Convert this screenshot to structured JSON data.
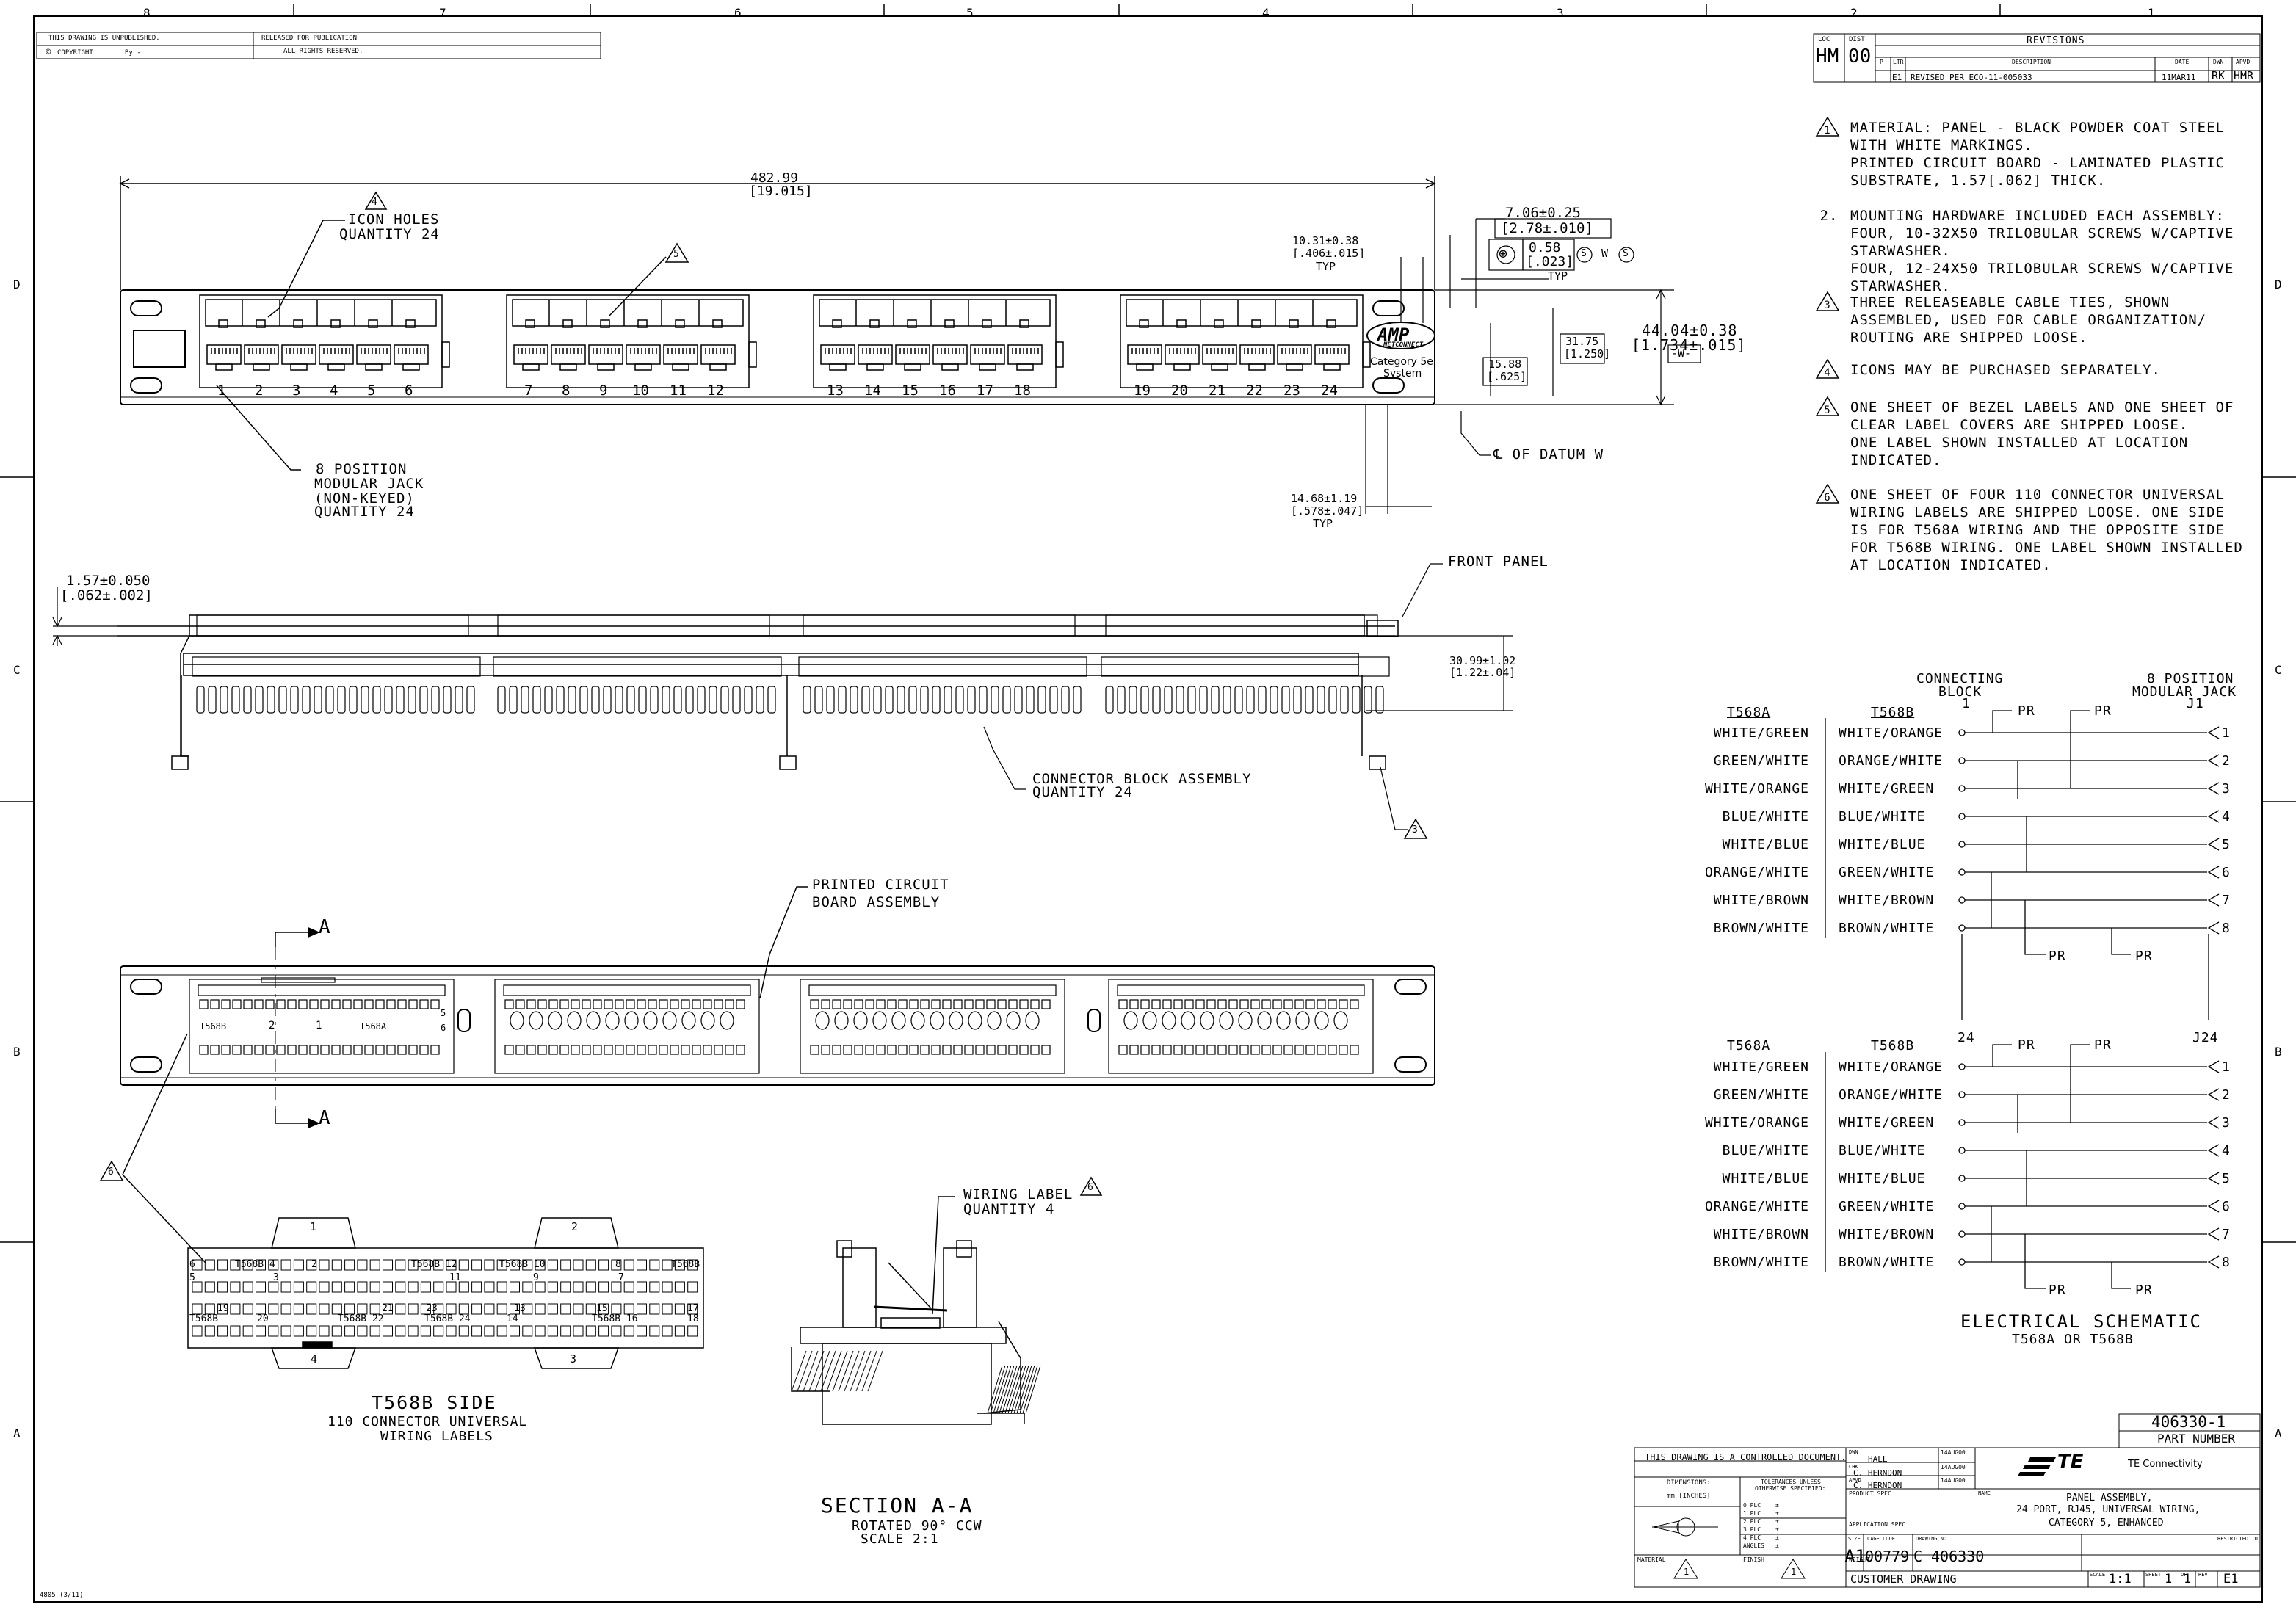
{
  "border": {
    "zones_top": [
      "8",
      "7",
      "6",
      "5",
      "4",
      "3",
      "2",
      "1"
    ],
    "zones_bottom": [],
    "zones_left": [
      "D",
      "C",
      "B",
      "A"
    ],
    "zones_right": [
      "D",
      "C",
      "B",
      "A"
    ]
  },
  "header_block": {
    "unpublished": "THIS DRAWING IS UNPUBLISHED.",
    "copyright": "COPYRIGHT",
    "copyright_by": "By -",
    "released": "RELEASED FOR PUBLICATION",
    "released_date": "",
    "rights": "ALL RIGHTS RESERVED."
  },
  "revisions": {
    "title": "REVISIONS",
    "loc_label": "LOC",
    "dist_label": "DIST",
    "loc": "HM",
    "dist": "00",
    "col_p": "P",
    "col_ltr": "LTR",
    "col_desc": "DESCRIPTION",
    "col_date": "DATE",
    "col_dwn": "DWN",
    "col_apvd": "APVD",
    "row": {
      "ltr": "E1",
      "desc": "REVISED PER ECO-11-005033",
      "date": "11MAR11",
      "dwn": "RK",
      "apvd": "HMR"
    }
  },
  "top_view": {
    "overall_dim": "482.99",
    "overall_dim_in": "[19.015]",
    "icon_holes_note": "4",
    "icon_holes": [
      "ICON HOLES",
      "QUANTITY 24"
    ],
    "label_note": "5",
    "port_numbers": [
      "1",
      "2",
      "3",
      "4",
      "5",
      "6",
      "7",
      "8",
      "9",
      "10",
      "11",
      "12",
      "13",
      "14",
      "15",
      "16",
      "17",
      "18",
      "19",
      "20",
      "21",
      "22",
      "23",
      "24"
    ],
    "jack_callout": [
      "8 POSITION",
      "MODULAR JACK",
      "(NON-KEYED)",
      "QUANTITY 24"
    ],
    "logo": "AMP",
    "logo_sub": "NETCONNECT",
    "category": [
      "Category 5e",
      "System"
    ],
    "dim_icon_pitch": [
      "10.31±0.38",
      "[.406±.015]",
      "TYP"
    ],
    "dim_hole": [
      "7.06±0.25",
      "[2.78±.010]"
    ],
    "gdt_tol": [
      "0.58",
      "[.023]"
    ],
    "gdt_s1": "S",
    "gdt_w": "W",
    "gdt_s2": "S",
    "gdt_typ": "TYP",
    "dim_1588": [
      "15.88",
      "[.625]"
    ],
    "dim_3175": [
      "31.75",
      "[1.250]"
    ],
    "dim_height": [
      "44.04±0.38",
      "[1.734±.015]"
    ],
    "datum_w_box": "-W-",
    "datum_note": "℄ OF DATUM W",
    "dim_1468": [
      "14.68±1.19",
      "[.578±.047]",
      "TYP"
    ]
  },
  "front_view": {
    "thickness": [
      "1.57±0.050",
      "[.062±.002]"
    ],
    "front_panel": "FRONT PANEL",
    "depth": [
      "30.99±1.02",
      "[1.22±.04]"
    ],
    "connector_block": [
      "CONNECTOR BLOCK ASSEMBLY",
      "QUANTITY 24"
    ],
    "tie_note": "3"
  },
  "rear_view": {
    "pcb": [
      "PRINTED CIRCUIT",
      "BOARD ASSEMBLY"
    ],
    "section_marks": [
      "A",
      "A"
    ],
    "t568b_1": "T568B",
    "t568a_1": "T568A",
    "pos1": "1",
    "pos2": "2",
    "pos5": "5",
    "pos6": "6"
  },
  "labels_detail": {
    "note": "6",
    "tabs": [
      "1",
      "2",
      "3",
      "4"
    ],
    "row_labels": [
      "6",
      "T568B 4",
      "2",
      "T568B 12",
      "T568B 10",
      "8",
      "T568B"
    ],
    "row_labels2": [
      "5",
      "3",
      "11",
      "9",
      "7"
    ],
    "row_labels3": [
      "19",
      "21",
      "23",
      "13",
      "15",
      "17"
    ],
    "row_labels4": [
      "T568B",
      "20",
      "T568B 22",
      "T568B 24",
      "14",
      "T568B 16",
      "18"
    ],
    "title": "T568B SIDE",
    "sub": [
      "110 CONNECTOR UNIVERSAL",
      "WIRING LABELS"
    ]
  },
  "section": {
    "wiring_label": [
      "WIRING LABEL",
      "QUANTITY 4"
    ],
    "wiring_note": "6",
    "title": "SECTION A-A",
    "rotated": "ROTATED 90° CCW",
    "scale": "SCALE 2:1"
  },
  "notes": [
    {
      "num": "1",
      "tri": true,
      "lines": [
        "MATERIAL: PANEL - BLACK POWDER COAT STEEL",
        "WITH WHITE MARKINGS.",
        "PRINTED CIRCUIT BOARD - LAMINATED PLASTIC",
        "SUBSTRATE, 1.57[.062] THICK."
      ]
    },
    {
      "num": "2.",
      "tri": false,
      "lines": [
        "MOUNTING HARDWARE INCLUDED EACH ASSEMBLY:",
        "FOUR, 10-32X50 TRILOBULAR SCREWS W/CAPTIVE",
        "STARWASHER.",
        "FOUR, 12-24X50 TRILOBULAR SCREWS W/CAPTIVE",
        "STARWASHER."
      ]
    },
    {
      "num": "3",
      "tri": true,
      "lines": [
        "THREE RELEASEABLE CABLE TIES, SHOWN",
        "ASSEMBLED, USED FOR CABLE ORGANIZATION/",
        "ROUTING ARE SHIPPED LOOSE."
      ]
    },
    {
      "num": "4",
      "tri": true,
      "lines": [
        "ICONS MAY BE PURCHASED SEPARATELY."
      ]
    },
    {
      "num": "5",
      "tri": true,
      "lines": [
        "ONE SHEET OF BEZEL LABELS AND ONE SHEET OF",
        "CLEAR LABEL COVERS ARE SHIPPED LOOSE.",
        "ONE LABEL SHOWN INSTALLED AT LOCATION",
        "INDICATED."
      ]
    },
    {
      "num": "6",
      "tri": true,
      "lines": [
        "ONE SHEET OF FOUR 110 CONNECTOR UNIVERSAL",
        "WIRING LABELS ARE SHIPPED LOOSE. ONE SIDE",
        "IS FOR T568A WIRING AND THE OPPOSITE SIDE",
        "FOR T568B WIRING. ONE LABEL SHOWN INSTALLED",
        "AT LOCATION INDICATED."
      ]
    }
  ],
  "schematic": {
    "connecting_block": [
      "CONNECTING",
      "BLOCK"
    ],
    "modular_jack": [
      "8 POSITION",
      "MODULAR JACK"
    ],
    "block_pos_top": "1",
    "jack_pos_top": "J1",
    "block_pos_bot": "24",
    "jack_pos_bot": "J24",
    "col_a": "T568A",
    "col_b": "T568B",
    "pr": "PR",
    "t568a": [
      "WHITE/GREEN",
      "GREEN/WHITE",
      "WHITE/ORANGE",
      "BLUE/WHITE",
      "WHITE/BLUE",
      "ORANGE/WHITE",
      "WHITE/BROWN",
      "BROWN/WHITE"
    ],
    "t568b": [
      "WHITE/ORANGE",
      "ORANGE/WHITE",
      "WHITE/GREEN",
      "BLUE/WHITE",
      "WHITE/BLUE",
      "GREEN/WHITE",
      "WHITE/BROWN",
      "BROWN/WHITE"
    ],
    "pins": [
      "1",
      "2",
      "3",
      "4",
      "5",
      "6",
      "7",
      "8"
    ],
    "title": "ELECTRICAL SCHEMATIC",
    "subtitle": "T568A OR T568B"
  },
  "title_block": {
    "part_number": "406330-1",
    "part_number_label": "PART NUMBER",
    "controlled": "THIS DRAWING IS A CONTROLLED DOCUMENT.",
    "dwn_label": "DWN",
    "dwn": "HALL",
    "dwn_date": "14AUG00",
    "chk_label": "CHK",
    "chk": "C. HERNDON",
    "chk_date": "14AUG00",
    "apvd_label": "APVD",
    "apvd": "C. HERNDON",
    "apvd_date": "14AUG00",
    "dimensions": "DIMENSIONS:",
    "units": "mm [INCHES]",
    "tolerances": [
      "TOLERANCES UNLESS",
      "OTHERWISE SPECIFIED:"
    ],
    "tol_rows": [
      "0 PLC",
      "1 PLC",
      "2 PLC",
      "3 PLC",
      "4 PLC",
      "ANGLES"
    ],
    "tol_pm": [
      "±",
      "±",
      "±",
      "±",
      "±",
      "±"
    ],
    "product_spec": "PRODUCT SPEC",
    "application_spec": "APPLICATION SPEC",
    "weight": "WEIGHT",
    "material_label": "MATERIAL",
    "finish_label": "FINISH",
    "material_note": "1",
    "finish_note": "1",
    "logo": "TE",
    "company": "TE Connectivity",
    "name_label": "NAME",
    "name": [
      "PANEL ASSEMBLY,",
      "24 PORT, RJ45, UNIVERSAL WIRING,",
      "CATEGORY 5, ENHANCED"
    ],
    "size_label": "SIZE",
    "size": "A1",
    "cage_label": "CAGE CODE",
    "cage": "00779",
    "dwg_label": "DRAWING NO",
    "dwg_prefix": "C",
    "dwg": "406330",
    "restricted": "RESTRICTED TO",
    "scale_label": "SCALE",
    "scale": "1:1",
    "sheet_label": "SHEET",
    "sheet": "1",
    "of_label": "OF",
    "of": "1",
    "rev_label": "REV",
    "rev": "E1",
    "customer": "CUSTOMER DRAWING"
  },
  "form_number": "4805 (3/11)"
}
